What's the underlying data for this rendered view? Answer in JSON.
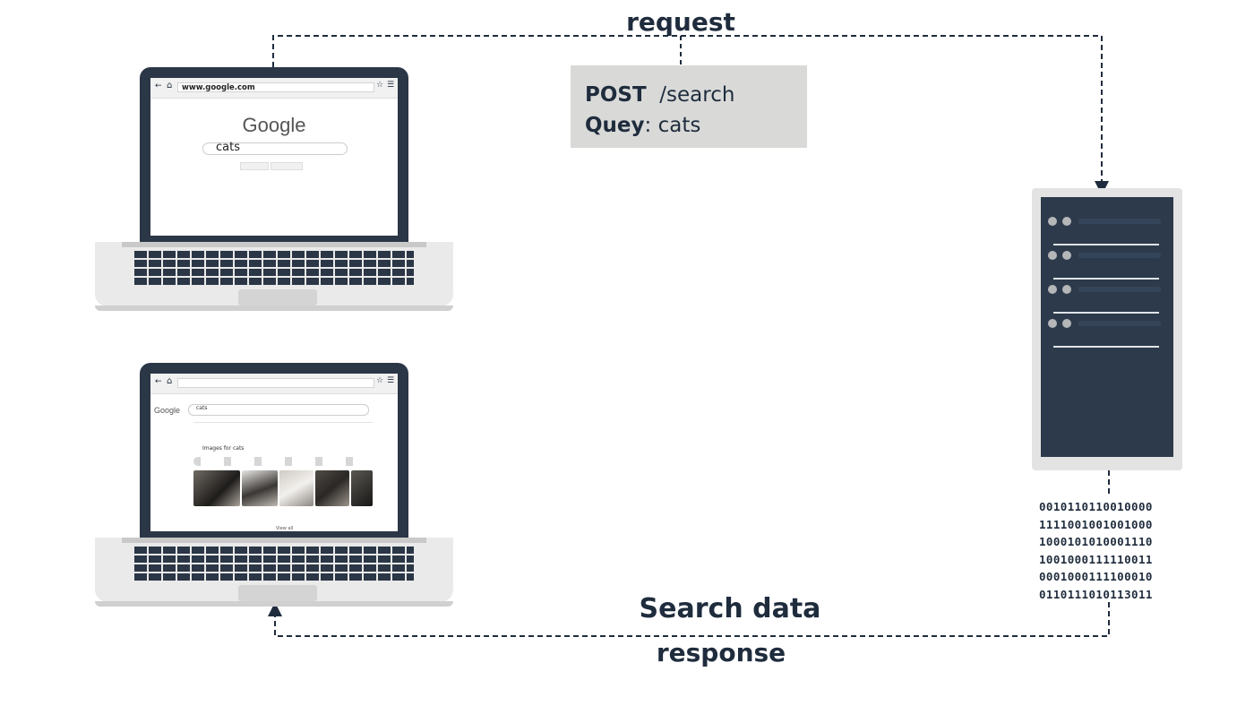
{
  "labels": {
    "request": "request",
    "response": "response",
    "search_data": "Search data"
  },
  "request_box": {
    "method": "POST",
    "path": "/search",
    "query_label": "Quey",
    "query_value": "cats"
  },
  "laptop_top": {
    "url": "www.google.com",
    "logo": "Google",
    "search_value": "cats"
  },
  "laptop_bottom": {
    "logo": "Google",
    "search_value": "cats",
    "images_heading": "Images for cats",
    "view_all": "View all"
  },
  "binary_lines": [
    "0010110110010000",
    "1111001001001000",
    "1000101010001110",
    "1001000111110011",
    "0001000111100010",
    "0110111010113011"
  ],
  "colors": {
    "navy": "#1f2c3d",
    "server": "#2d3a4b",
    "request_box_bg": "#d9dad8"
  }
}
